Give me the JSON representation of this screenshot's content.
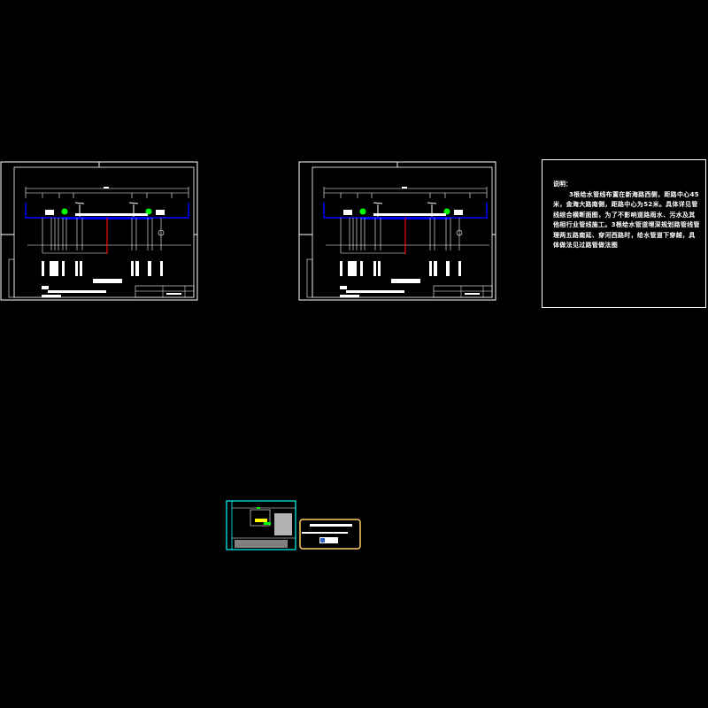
{
  "drawings": [
    {
      "name": "sheet-1",
      "title": "管线综合横断面图",
      "note_label": "说明",
      "border_color": "#ffffff"
    },
    {
      "name": "sheet-2",
      "title": "管线综合横断面图",
      "note_label": "说明",
      "border_color": "#ffffff"
    },
    {
      "name": "sheet-3",
      "border_color": "#00ffff"
    },
    {
      "name": "title-block-card",
      "border_color": "#ffcc66"
    }
  ],
  "notes": {
    "title": "说明：",
    "body": "3根给水管线布置在新海路西侧，距路中心45米，金海大路南侧，距路中心为52米。具体详见管线综合横断面图，为了不影响道路雨水、污水及其他相行业管线施工。3根给水管道埋深规划路管线管理两五路南延、穿河西路时，给水管道下穿越，具体做法见过路管做法图"
  },
  "colors": {
    "background": "#000000",
    "road_surface": "#0000ff",
    "pipe_highlight": "#ff0000",
    "trees": "#00ff00",
    "lines": "#ffffff"
  }
}
